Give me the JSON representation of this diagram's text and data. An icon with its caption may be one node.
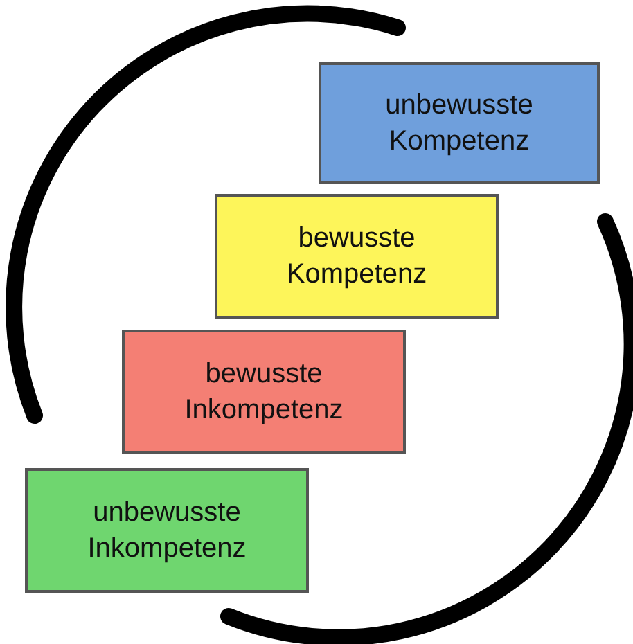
{
  "diagram": {
    "nodes": [
      {
        "text": [
          "unbewusste Kompetenz"
        ]
      },
      {
        "text": [
          "bewusste Kompetenz"
        ]
      },
      {
        "text": [
          "bewusste Inkompetenz"
        ]
      },
      {
        "text": [
          "unbewusste Inkompetenz"
        ]
      }
    ]
  }
}
